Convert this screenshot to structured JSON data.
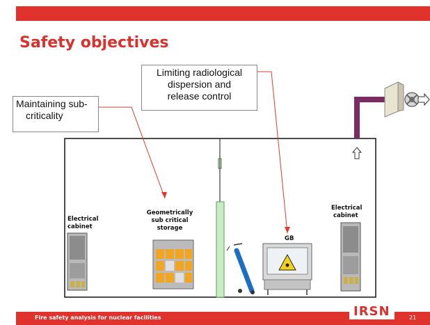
{
  "slide": {
    "title": "Safety objectives",
    "page_number": "21"
  },
  "callouts": {
    "subcriticality": {
      "line1": "Maintaining sub-",
      "line2": "criticality"
    },
    "radiological": {
      "line1": "Limiting radiological",
      "line2": "dispersion and",
      "line3": "release control"
    }
  },
  "labels": {
    "cabinet_left": [
      "Electrical",
      "cabinet"
    ],
    "storage": [
      "Geometrically",
      "sub critical",
      "storage"
    ],
    "gb": "GB",
    "cabinet_right": [
      "Electrical",
      "cabinet"
    ]
  },
  "footer": {
    "text": "Fire safety analysis for nuclear facilities",
    "logo": "IRSN"
  },
  "colors": {
    "accent_red": "#d8322f",
    "duct_purple": "#7b2a63",
    "storage_orange": "#f2a51f"
  }
}
